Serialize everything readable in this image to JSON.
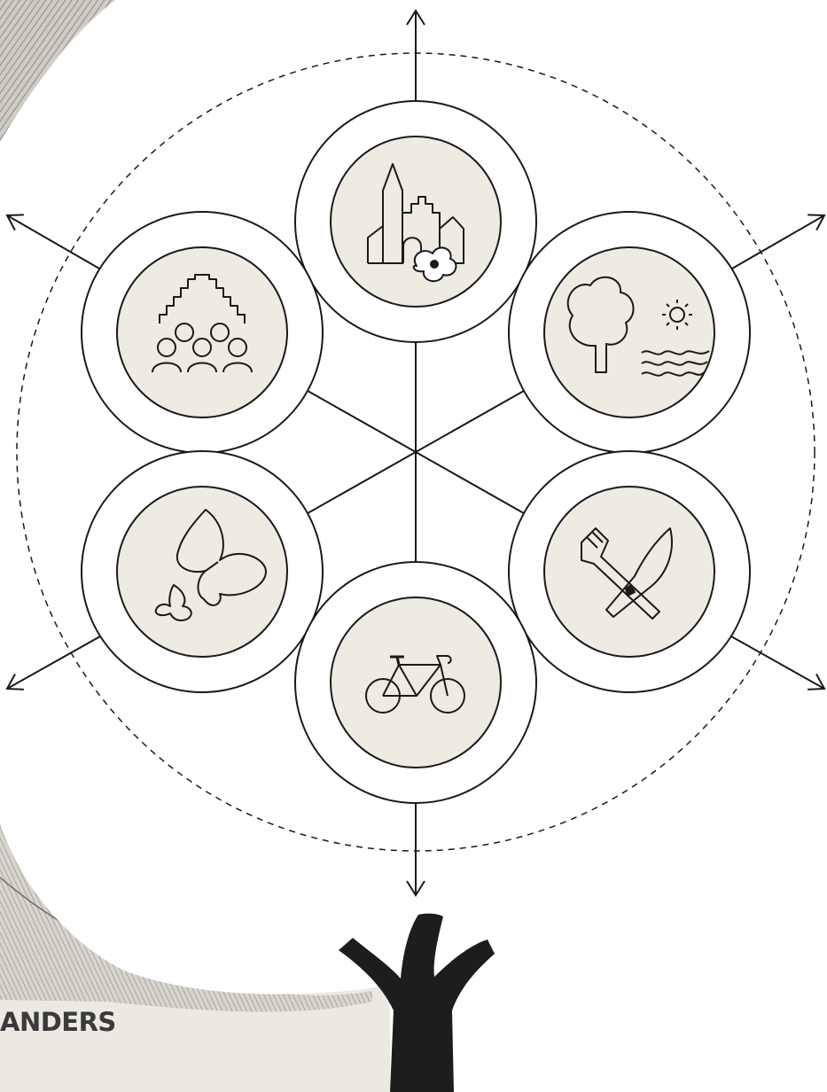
{
  "brand": {
    "visible_text": "ANDERS"
  },
  "diagram": {
    "hub_nodes": [
      {
        "id": "church",
        "icon": "church-with-flower-icon"
      },
      {
        "id": "nature",
        "icon": "tree-sun-water-icon"
      },
      {
        "id": "food",
        "icon": "fork-knife-icon"
      },
      {
        "id": "cycling",
        "icon": "bicycle-icon"
      },
      {
        "id": "wildlife",
        "icon": "butterflies-icon"
      },
      {
        "id": "community",
        "icon": "people-gable-icon"
      }
    ],
    "outer_arrows": 6,
    "dashed_boundary": true
  },
  "colors": {
    "background": "#ece9e3",
    "node_fill": "#edebe2",
    "stroke": "#1a1a1a",
    "tree_trunk": "#1d1d1d",
    "engraving": "#8a8a84"
  }
}
